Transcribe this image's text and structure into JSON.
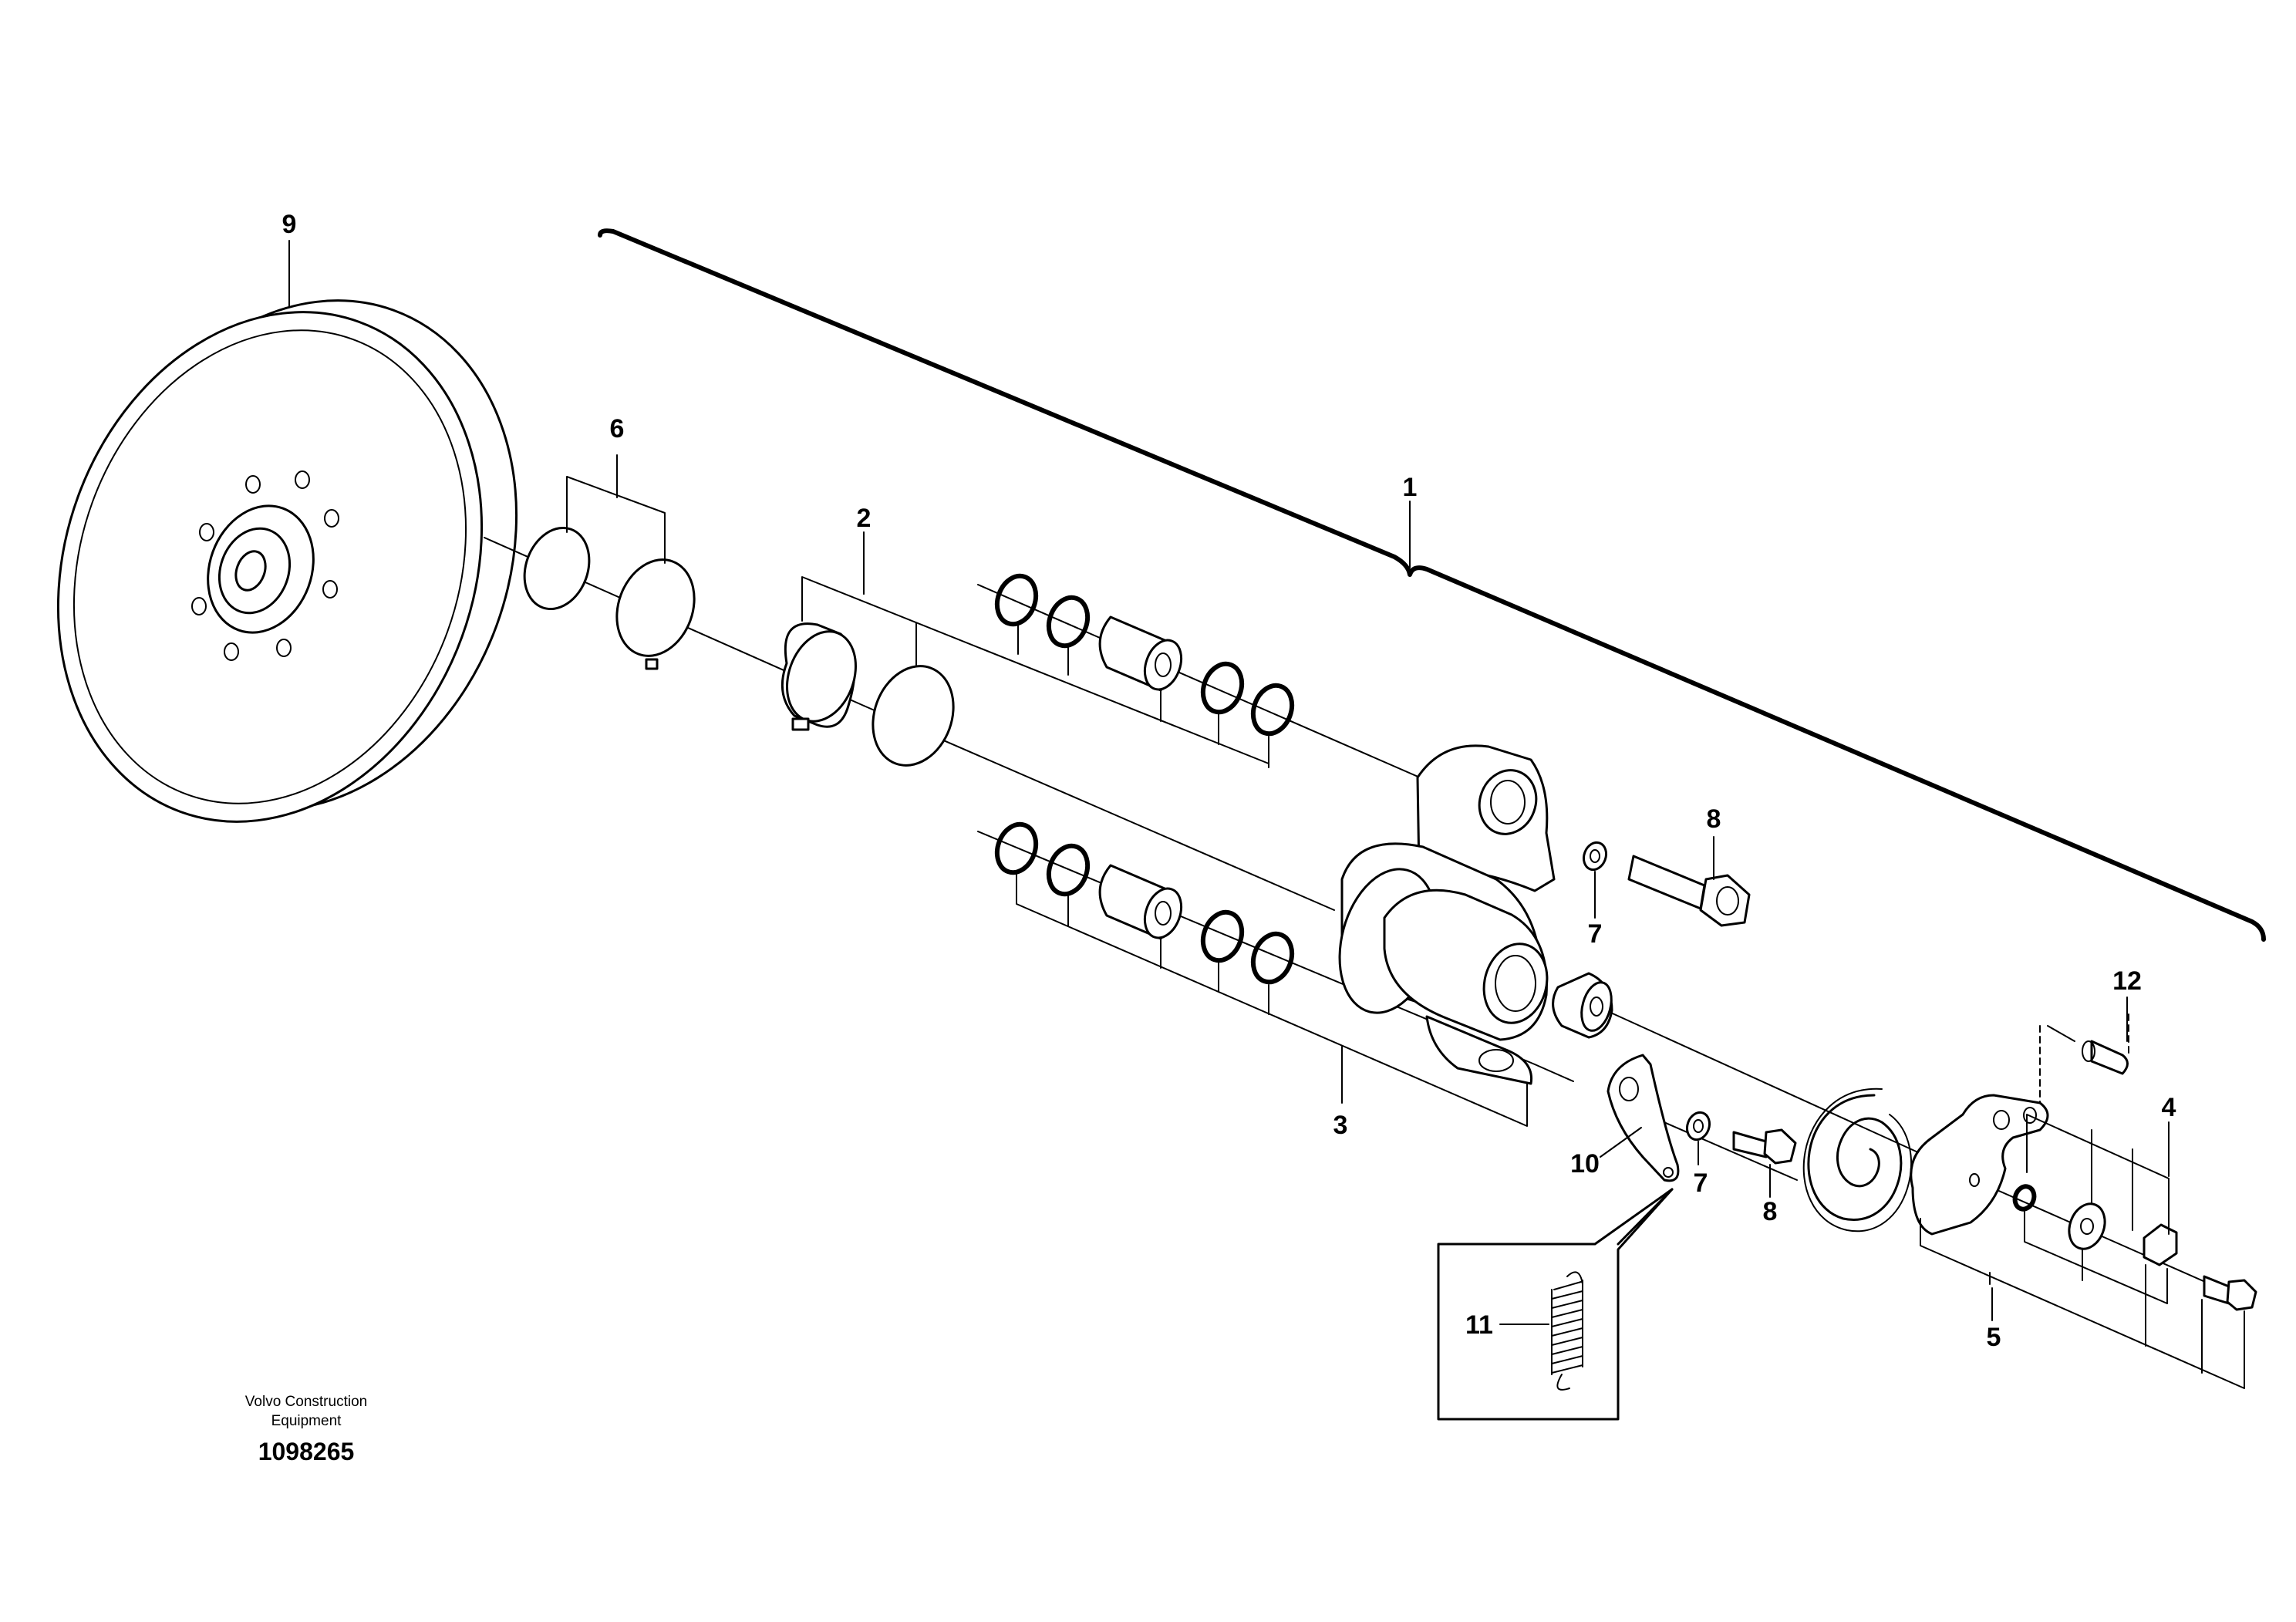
{
  "callouts": {
    "c1": "1",
    "c2": "2",
    "c3": "3",
    "c4": "4",
    "c5": "5",
    "c6": "6",
    "c7a": "7",
    "c7b": "7",
    "c8a": "8",
    "c8b": "8",
    "c9": "9",
    "c10": "10",
    "c11": "11",
    "c12": "12"
  },
  "footer": {
    "brand_line1": "Volvo Construction",
    "brand_line2": "Equipment",
    "drawing_number": "1098265"
  }
}
